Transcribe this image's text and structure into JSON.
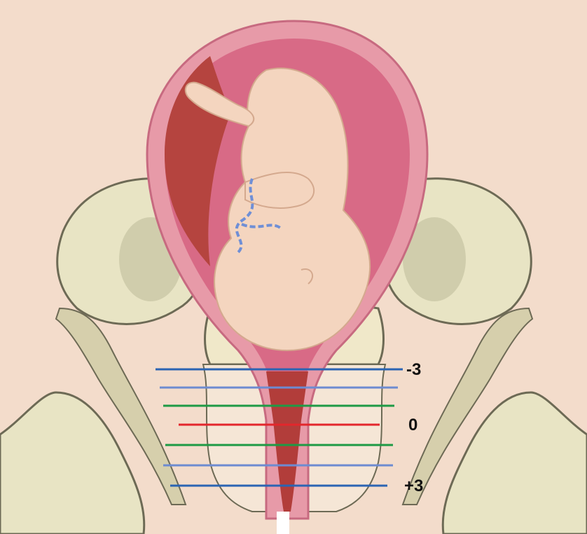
{
  "colors": {
    "background": "#f3dccb",
    "pelvic_bone": "#e8e4c4",
    "bone_outline": "#6d6a55",
    "uterus_wall": "#e79aa8",
    "uterus_cavity": "#d86a86",
    "placenta": "#b5443f",
    "fetus_skin": "#f4d5bf",
    "cervix": "#b23d3a",
    "station_blue": "#2b64b3",
    "station_light_blue": "#6d8bd1",
    "station_green": "#1e9a45",
    "station_red": "#e3262c",
    "umbilical_cord": "#6f8fd6"
  },
  "labels": {
    "station_minus3": "-3",
    "station_zero": "0",
    "station_plus3": "+3"
  },
  "stations": [
    {
      "level": -3,
      "color": "station_blue"
    },
    {
      "level": -2,
      "color": "station_light_blue"
    },
    {
      "level": -1,
      "color": "station_green"
    },
    {
      "level": 0,
      "color": "station_red"
    },
    {
      "level": 1,
      "color": "station_green"
    },
    {
      "level": 2,
      "color": "station_light_blue"
    },
    {
      "level": 3,
      "color": "station_blue"
    }
  ]
}
